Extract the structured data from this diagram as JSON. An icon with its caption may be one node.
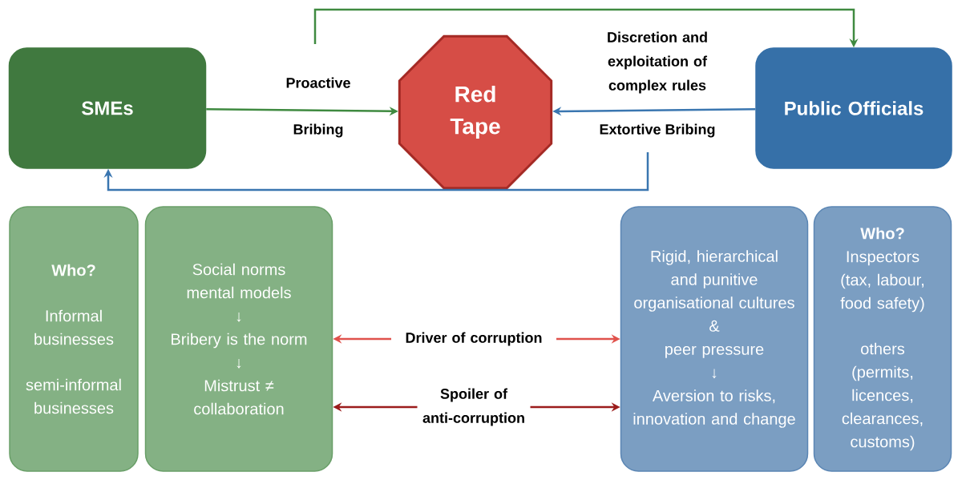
{
  "diagram": {
    "nodes": [
      {
        "text": [
          "SMEs"
        ]
      },
      {
        "text": [
          "Red Tape"
        ]
      },
      {
        "text": [
          "Public Officials"
        ]
      },
      {
        "text": [
          "Who?",
          "Informal businesses",
          "semi-informal businesses"
        ]
      },
      {
        "text": [
          "Social norms mental models",
          "↓",
          "Bribery is the norm",
          "↓",
          "Mistrust ≠ collaboration"
        ]
      },
      {
        "text": [
          "Rigid, hierarchical and punitive organisational cultures",
          "&",
          "peer pressure",
          "↓",
          "Aversion to risks, innovation and change"
        ]
      },
      {
        "text": [
          "Who?",
          "Inspectors (tax, labour, food safety)",
          "others (permits, licences, clearances, customs)"
        ]
      }
    ],
    "edges": [
      {
        "from": 0,
        "to": 1,
        "arrow": "to",
        "label": "Proactive Bribing",
        "color": "#3f8a40"
      },
      {
        "from": 2,
        "to": 1,
        "arrow": "to",
        "label": "Discretion and exploitation of complex rules",
        "color": "#3a76b0"
      },
      {
        "from": null,
        "to": 2,
        "arrow": "to",
        "color": "#3f8a40"
      },
      {
        "from": null,
        "to": 0,
        "arrow": "to",
        "color": "#3a76b0"
      },
      {
        "from": 4,
        "to": 5,
        "arrow": "both",
        "label": "Driver of corruption",
        "color": "#e0524c"
      },
      {
        "from": 4,
        "to": 5,
        "arrow": "both",
        "label": "Spoiler of anti-corruption",
        "color": "#9b1c1c"
      }
    ],
    "labels": [
      "Extortive Bribing"
    ]
  }
}
